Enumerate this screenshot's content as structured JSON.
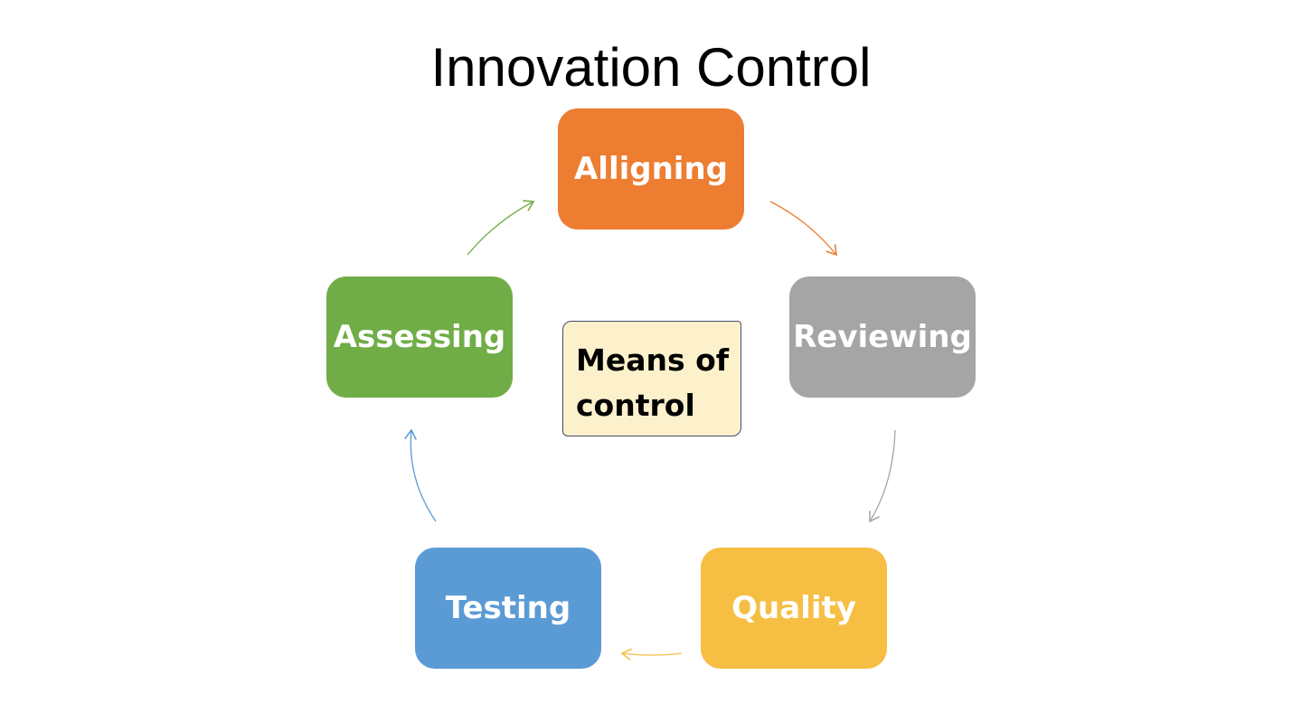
{
  "title": "Innovation Control",
  "center": {
    "line1": "Means of",
    "line2": "control",
    "fill": "#fdf1cc"
  },
  "nodes": [
    {
      "label": "Alligning",
      "color": "#ed7d31"
    },
    {
      "label": "Reviewing",
      "color": "#a5a5a5"
    },
    {
      "label": "Quality",
      "color": "#f6bf44"
    },
    {
      "label": "Testing",
      "color": "#5b9bd5"
    },
    {
      "label": "Assessing",
      "color": "#70ad47"
    }
  ]
}
